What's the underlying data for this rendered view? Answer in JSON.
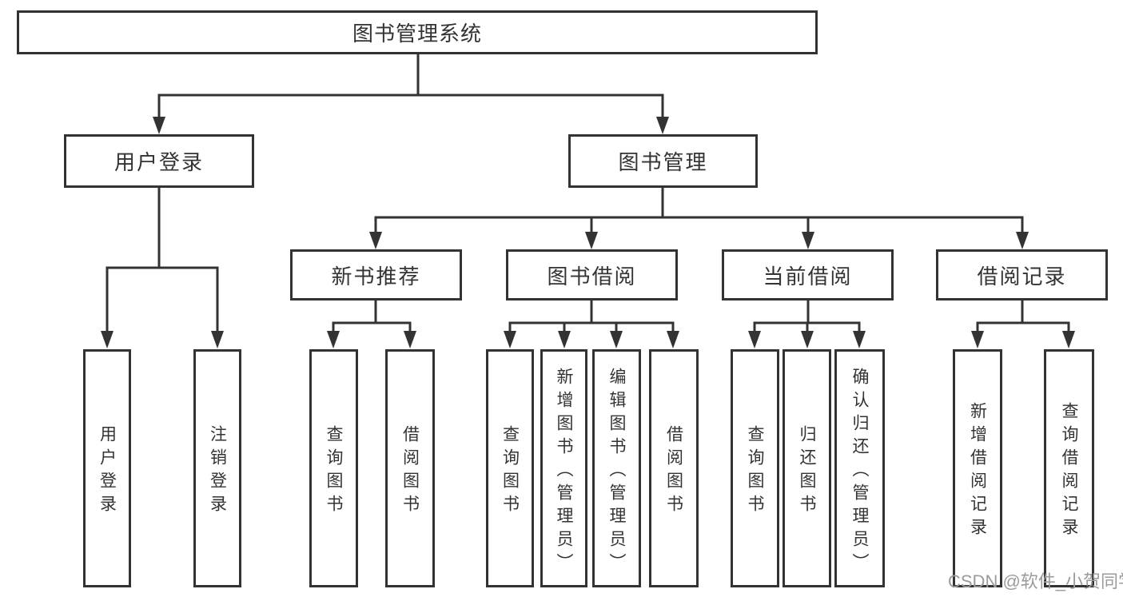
{
  "colors": {
    "line": "#333333",
    "text": "#333333",
    "watermark": "#9b9b9b",
    "background": "#ffffff"
  },
  "diagram": {
    "root": "图书管理系统",
    "level2": [
      "用户登录",
      "图书管理"
    ],
    "level3": [
      "新书推荐",
      "图书借阅",
      "当前借阅",
      "借阅记录"
    ],
    "leaves": [
      "用户登录",
      "注销登录",
      "查询图书",
      "借阅图书",
      "查询图书",
      "新增图书（管理员）",
      "编辑图书（管理员）",
      "借阅图书",
      "查询图书",
      "归还图书",
      "确认归还（管理员）",
      "新增借阅记录",
      "查询借阅记录"
    ]
  },
  "watermark": "CSDN @软件_小贺同学"
}
